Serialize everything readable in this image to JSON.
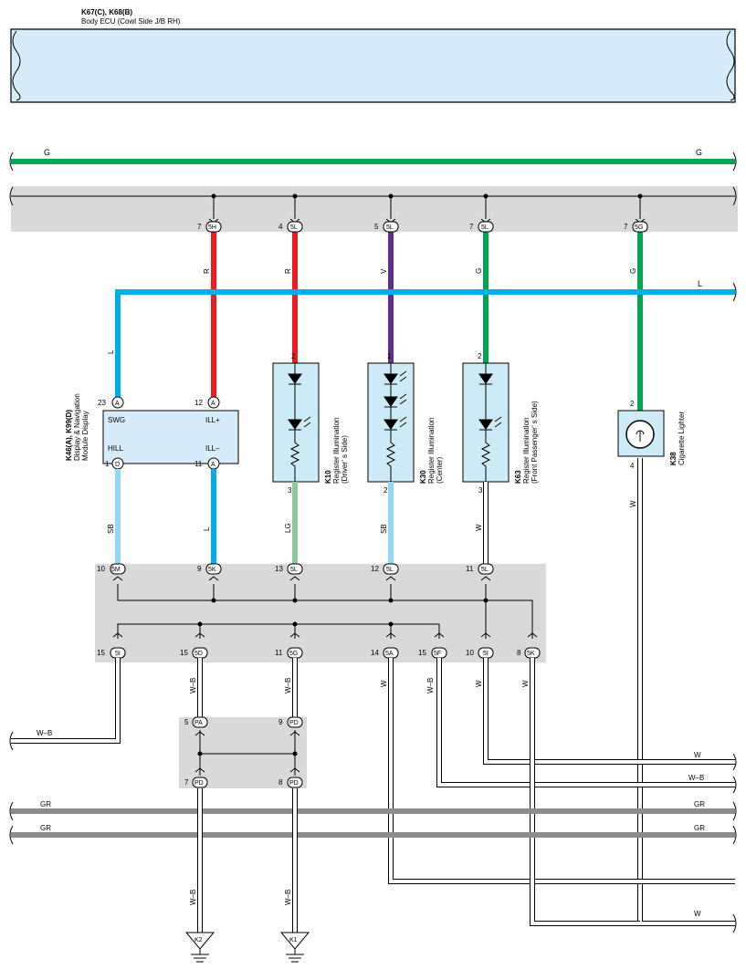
{
  "header": {
    "code": "K67(C), K68(B)",
    "name": "Body ECU (Cowl Side J/B RH)"
  },
  "colors": {
    "G": "#00a651",
    "R": "#ed1c24",
    "V": "#662d91",
    "L": "#00aeef",
    "SB": "#8ed8f8",
    "LG": "#8dc99b",
    "GR": "#8c8c8c",
    "W": "#ffffff",
    "jb_fill": "#d9d9d9",
    "ecu_fill": "#d6ecfb",
    "comp_fill": "#cdebf7"
  },
  "wires": {
    "top_g": "G",
    "right_l": "L",
    "w1": "W",
    "w_b1": "W–B",
    "gr1": "GR",
    "gr2": "GR",
    "w2": "W",
    "w_b_left": "W–B"
  },
  "jb_top": {
    "connectors": [
      {
        "pin": "7",
        "conn": "5H",
        "color": "R"
      },
      {
        "pin": "4",
        "conn": "5L",
        "color": "R"
      },
      {
        "pin": "5",
        "conn": "5L",
        "color": "V"
      },
      {
        "pin": "7",
        "conn": "5L",
        "color": "G"
      },
      {
        "pin": "7",
        "conn": "5G",
        "color": "G"
      }
    ]
  },
  "display": {
    "code": "K46(A), K99(D)",
    "name1": "Display & Navigation",
    "name2": "Module Display",
    "swg": "SWG",
    "illp": "ILL+",
    "hill": "HILL",
    "illm": "ILL–",
    "pin_swg": "23",
    "conn_swg": "A",
    "pin_illp": "12",
    "conn_illp": "A",
    "pin_hill": "1",
    "conn_hill": "D",
    "pin_illm": "11",
    "conn_illm": "A",
    "wire_l": "L",
    "wire_sb": "SB",
    "wire_l2": "L"
  },
  "k10": {
    "code": "K10",
    "name1": "Register Illumination",
    "name2": "(Driver’ s Side)",
    "pin_top": "2",
    "pin_bot": "3",
    "wire_bot": "LG"
  },
  "k30": {
    "code": "K30",
    "name1": "Register Illumination",
    "name2": "(Center)",
    "pin_top": "1",
    "pin_bot": "2",
    "wire_bot": "SB"
  },
  "k63": {
    "code": "K63",
    "name1": "Register Illumination",
    "name2": "(Front Passenger’ s Side)",
    "pin_top": "2",
    "pin_bot": "3",
    "wire_bot": "W"
  },
  "k38": {
    "code": "K38",
    "name": "Cigarette Lighter",
    "pin_top": "2",
    "pin_bot": "4",
    "wire_bot": "W"
  },
  "jb_mid_top": [
    {
      "pin": "10",
      "conn": "5M"
    },
    {
      "pin": "9",
      "conn": "5K"
    },
    {
      "pin": "13",
      "conn": "5L"
    },
    {
      "pin": "12",
      "conn": "5L"
    },
    {
      "pin": "11",
      "conn": "5L"
    }
  ],
  "jb_mid_bot": [
    {
      "pin": "15",
      "conn": "5I",
      "wire": ""
    },
    {
      "pin": "15",
      "conn": "5D",
      "wire": "W–B"
    },
    {
      "pin": "11",
      "conn": "5G",
      "wire": "W–B"
    },
    {
      "pin": "14",
      "conn": "5A",
      "wire": "W"
    },
    {
      "pin": "15",
      "conn": "5F",
      "wire": "W–B"
    },
    {
      "pin": "10",
      "conn": "5I",
      "wire": "W"
    },
    {
      "pin": "8",
      "conn": "5K",
      "wire": "W"
    }
  ],
  "jb_small": [
    {
      "pin": "5",
      "conn": "PA"
    },
    {
      "pin": "9",
      "conn": "PD"
    },
    {
      "pin": "7",
      "conn": "PD"
    },
    {
      "pin": "8",
      "conn": "PD"
    }
  ],
  "grounds": [
    {
      "label": "K2",
      "wire": "W–B"
    },
    {
      "label": "K1",
      "wire": "W–B"
    }
  ]
}
